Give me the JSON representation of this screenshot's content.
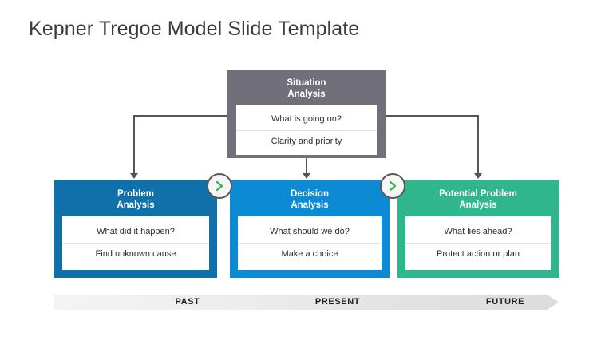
{
  "page_title": "Kepner Tregoe Model Slide Template",
  "colors": {
    "situation": "#706F7A",
    "problem": "#1070AA",
    "decision": "#0D8AD4",
    "potential": "#30B68C",
    "chevron": "#35B44A",
    "connector": "#565656",
    "title_text": "#3B3B3B"
  },
  "situation": {
    "title": "Situation\nAnalysis",
    "rows": [
      "What is going on?",
      "Clarity and priority"
    ]
  },
  "columns": [
    {
      "id": "problem",
      "title": "Problem\nAnalysis",
      "rows": [
        "What did it happen?",
        "Find unknown cause"
      ]
    },
    {
      "id": "decision",
      "title": "Decision\nAnalysis",
      "rows": [
        "What should we do?",
        "Make a choice"
      ]
    },
    {
      "id": "potential",
      "title": "Potential  Problem\nAnalysis",
      "rows": [
        "What lies ahead?",
        "Protect action or plan"
      ]
    }
  ],
  "connectors": [
    {
      "name": "situation-to-problem",
      "icon": "arrow-down-icon"
    },
    {
      "name": "situation-to-decision",
      "icon": "arrow-down-icon"
    },
    {
      "name": "situation-to-potential",
      "icon": "arrow-down-icon"
    }
  ],
  "chevrons": [
    {
      "name": "chevron-right-icon-1",
      "glyph": "chevron-right-icon"
    },
    {
      "name": "chevron-right-icon-2",
      "glyph": "chevron-right-icon"
    }
  ],
  "timeline": {
    "labels": [
      "PAST",
      "PRESENT",
      "FUTURE"
    ]
  }
}
